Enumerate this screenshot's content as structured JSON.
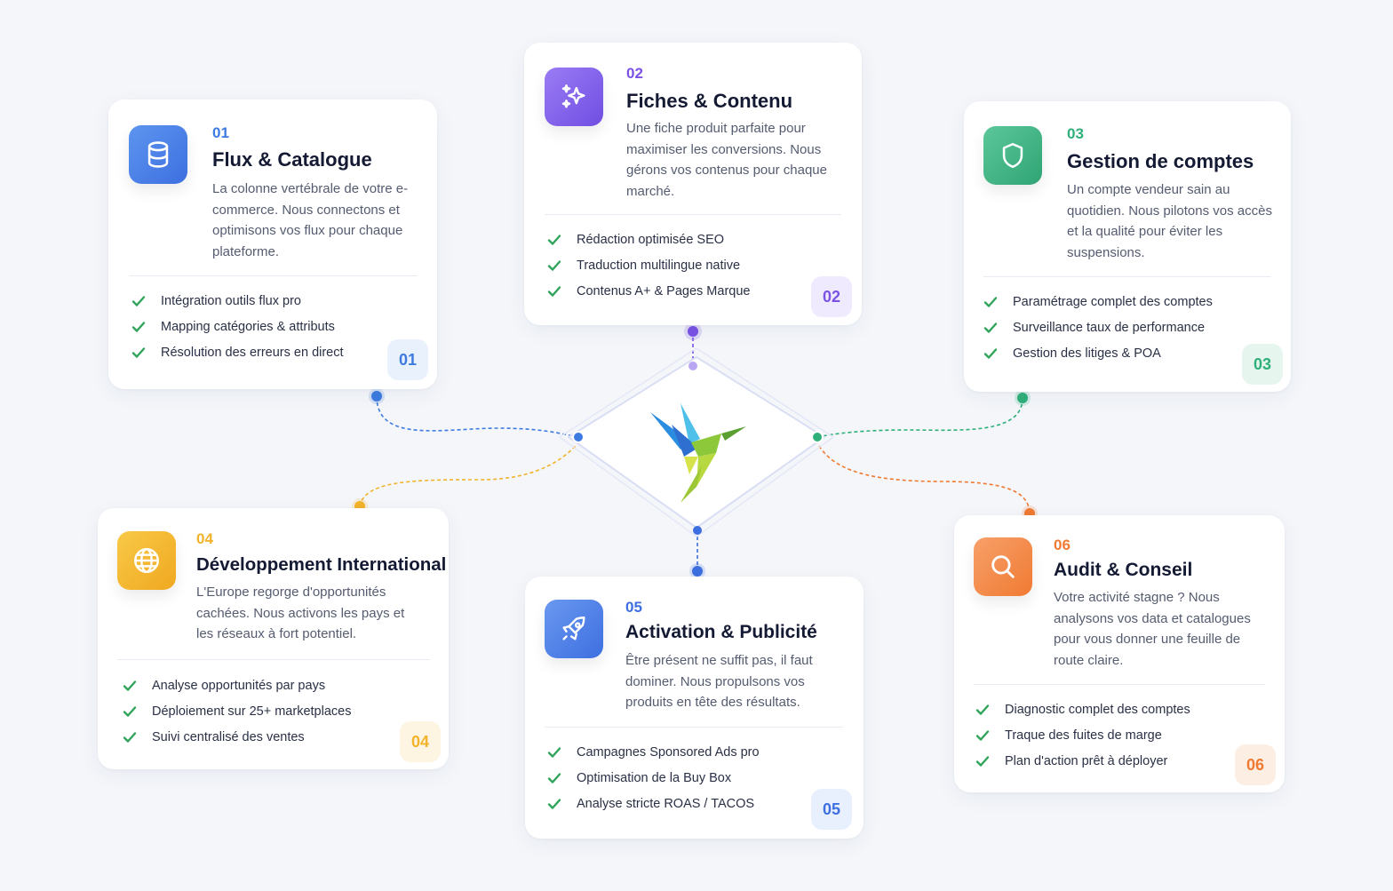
{
  "cards": [
    {
      "id": "01",
      "title": "Flux & Catalogue",
      "description": "La colonne vertébrale de votre e-commerce. Nous connectons et optimisons vos flux pour chaque plateforme.",
      "items": [
        "Intégration outils flux pro",
        "Mapping catégories & attributs",
        "Résolution des erreurs en direct"
      ],
      "badge": "01",
      "icon": "database-icon",
      "accent": "#3d7be0"
    },
    {
      "id": "02",
      "title": "Fiches & Contenu",
      "description": "Une fiche produit parfaite pour maximiser les conversions. Nous gérons vos contenus pour chaque marché.",
      "items": [
        "Rédaction optimisée SEO",
        "Traduction multilingue native",
        "Contenus A+ & Pages Marque"
      ],
      "badge": "02",
      "icon": "sparkles-icon",
      "accent": "#7a52e6"
    },
    {
      "id": "03",
      "title": "Gestion de comptes",
      "description": "Un compte vendeur sain au quotidien. Nous pilotons vos accès et la qualité pour éviter les suspensions.",
      "items": [
        "Paramétrage complet des comptes",
        "Surveillance taux de performance",
        "Gestion des litiges & POA"
      ],
      "badge": "03",
      "icon": "shield-icon",
      "accent": "#2fb07a"
    },
    {
      "id": "04",
      "title": "Développement International",
      "description": "L'Europe regorge d'opportunités cachées. Nous activons les pays et les réseaux à fort potentiel.",
      "items": [
        "Analyse opportunités par pays",
        "Déploiement sur 25+ marketplaces",
        "Suivi centralisé des ventes"
      ],
      "badge": "04",
      "icon": "globe-icon",
      "accent": "#f2b32a"
    },
    {
      "id": "05",
      "title": "Activation & Publicité",
      "description": "Être présent ne suffit pas, il faut dominer. Nous propulsons vos produits en tête des résultats.",
      "items": [
        "Campagnes Sponsored Ads pro",
        "Optimisation de la Buy Box",
        "Analyse stricte ROAS / TACOS"
      ],
      "badge": "05",
      "icon": "rocket-icon",
      "accent": "#3d6fe0"
    },
    {
      "id": "06",
      "title": "Audit & Conseil",
      "description": "Votre activité stagne ? Nous analysons vos data et catalogues pour vous donner une feuille de route claire.",
      "items": [
        "Diagnostic complet des comptes",
        "Traque des fuites de marge",
        "Plan d'action prêt à déployer"
      ],
      "badge": "06",
      "icon": "search-icon",
      "accent": "#f07a32"
    }
  ],
  "center": {
    "logo": "hummingbird-logo-icon"
  },
  "colors": {
    "check": "#2fa45a",
    "blue": "#3d7be0",
    "purple": "#7a52e6",
    "green": "#2fb07a",
    "yellow": "#f2b32a",
    "orange": "#f07a32"
  }
}
